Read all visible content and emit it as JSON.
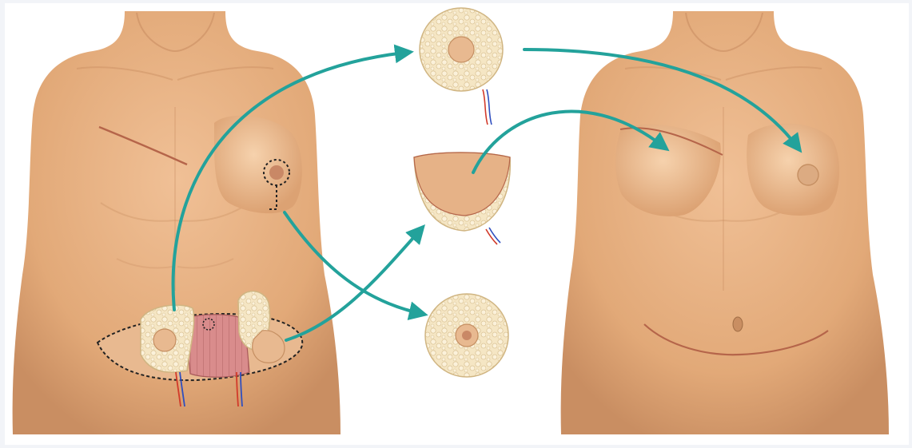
{
  "figure": {
    "colors": {
      "skin": "#e6b287",
      "skin_shade": "#c98e62",
      "skin_highlight": "#f4cfa8",
      "nipple": "#c98866",
      "fat": "#f3e2bc",
      "fat_outline": "#d9c193",
      "muscle": "#d98c8c",
      "arrow": "#23a29b",
      "scar": "#b5654a",
      "incision": "#222222",
      "artery": "#d23a2a",
      "vein": "#2f4fbf",
      "background": "#ffffff"
    },
    "panels": [
      {
        "name": "before-torso",
        "icon": "torso-with-abdominal-flap"
      },
      {
        "name": "tissue-pieces",
        "icon": "harvested-flap-pieces"
      },
      {
        "name": "after-torso",
        "icon": "reconstructed-torso"
      }
    ]
  }
}
